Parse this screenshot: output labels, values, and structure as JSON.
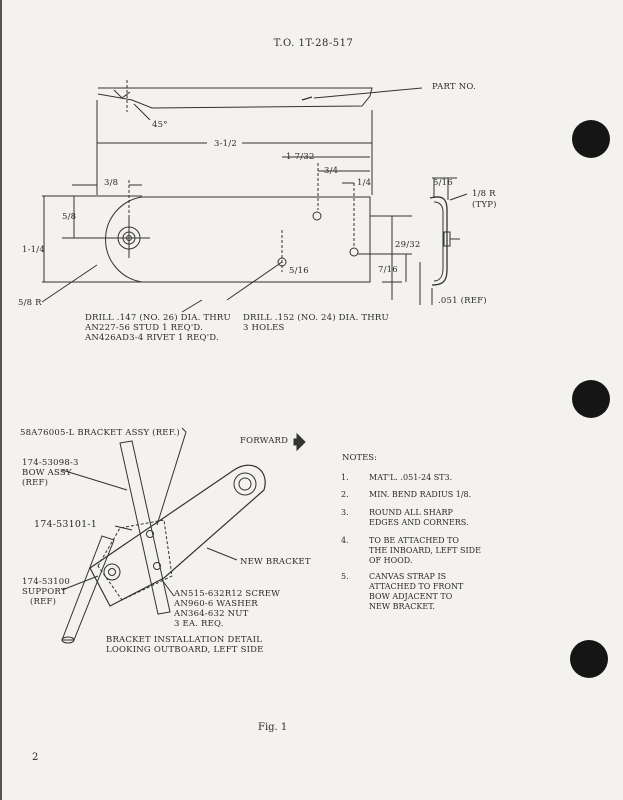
{
  "header": {
    "doc_number": "T.O. 1T-28-517"
  },
  "top_drawing": {
    "labels": {
      "part_no": "PART NO.",
      "angle": "45°",
      "overall_length": "3-1/2",
      "dim_1_7_32": "1-7/32",
      "dim_3_4": "3/4",
      "dim_1_4": "1/4",
      "dim_3_8": "3/8",
      "dim_5_8": "5/8",
      "dim_1_1_4": "1-1/4",
      "dim_29_32": "29/32",
      "dim_7_16": "7/16",
      "dim_5_16_hole": "5/16",
      "dim_5_16_side": "5/16",
      "radius_5_8": "5/8 R",
      "bend_radius": "1/8 R",
      "typ": "(TYP)",
      "thickness": ".051 (REF)",
      "drill_note_1_line1": "DRILL .147 (NO. 26) DIA. THRU",
      "drill_note_1_line2": "AN227-56 STUD 1 REQ'D.",
      "drill_note_1_line3": "AN426AD3-4 RIVET 1 REQ'D.",
      "drill_note_2_line1": "DRILL .152 (NO. 24) DIA. THRU",
      "drill_note_2_line2": "3 HOLES"
    }
  },
  "installation_detail": {
    "labels": {
      "bracket_assy": "58A76005-L BRACKET ASSY (REF.)",
      "forward": "FORWARD",
      "bow_assy_line1": "174-53098-3",
      "bow_assy_line2": "BOW ASSY",
      "bow_assy_line3": "(REF)",
      "part_101": "174-53101-1",
      "new_bracket": "NEW BRACKET",
      "support_line1": "174-53100",
      "support_line2": "SUPPORT",
      "support_line3": "(REF)",
      "hardware_line1": "AN515-632R12 SCREW",
      "hardware_line2": "AN960-6 WASHER",
      "hardware_line3": "AN364-632 NUT",
      "hardware_line4": "3 EA. REQ.",
      "caption_line1": "BRACKET INSTALLATION DETAIL",
      "caption_line2": "LOOKING OUTBOARD, LEFT SIDE"
    }
  },
  "notes": {
    "title": "NOTES:",
    "items": [
      {
        "num": "1.",
        "line1": "MAT'L. .051-24 ST3.",
        "line2": "",
        "line3": ""
      },
      {
        "num": "2.",
        "line1": "MIN. BEND RADIUS 1/8.",
        "line2": "",
        "line3": ""
      },
      {
        "num": "3.",
        "line1": "ROUND ALL SHARP",
        "line2": "EDGES AND CORNERS.",
        "line3": ""
      },
      {
        "num": "4.",
        "line1": "TO BE ATTACHED TO",
        "line2": "THE INBOARD, LEFT SIDE",
        "line3": "OF HOOD."
      },
      {
        "num": "5.",
        "line1": "CANVAS STRAP IS",
        "line2": "ATTACHED TO FRONT",
        "line3": "BOW ADJACENT TO"
      }
    ],
    "note5_line4": "NEW BRACKET."
  },
  "footer": {
    "figure_caption": "Fig. 1",
    "page_number": "2"
  }
}
